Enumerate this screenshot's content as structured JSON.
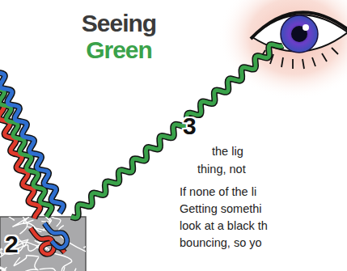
{
  "diagram": {
    "title": "Seeing Green",
    "labels": [
      "2",
      "3",
      "the lig",
      "thing, not",
      "If none of the li",
      "Getting somethi",
      "look at a black th",
      "bouncing, so yo"
    ]
  }
}
